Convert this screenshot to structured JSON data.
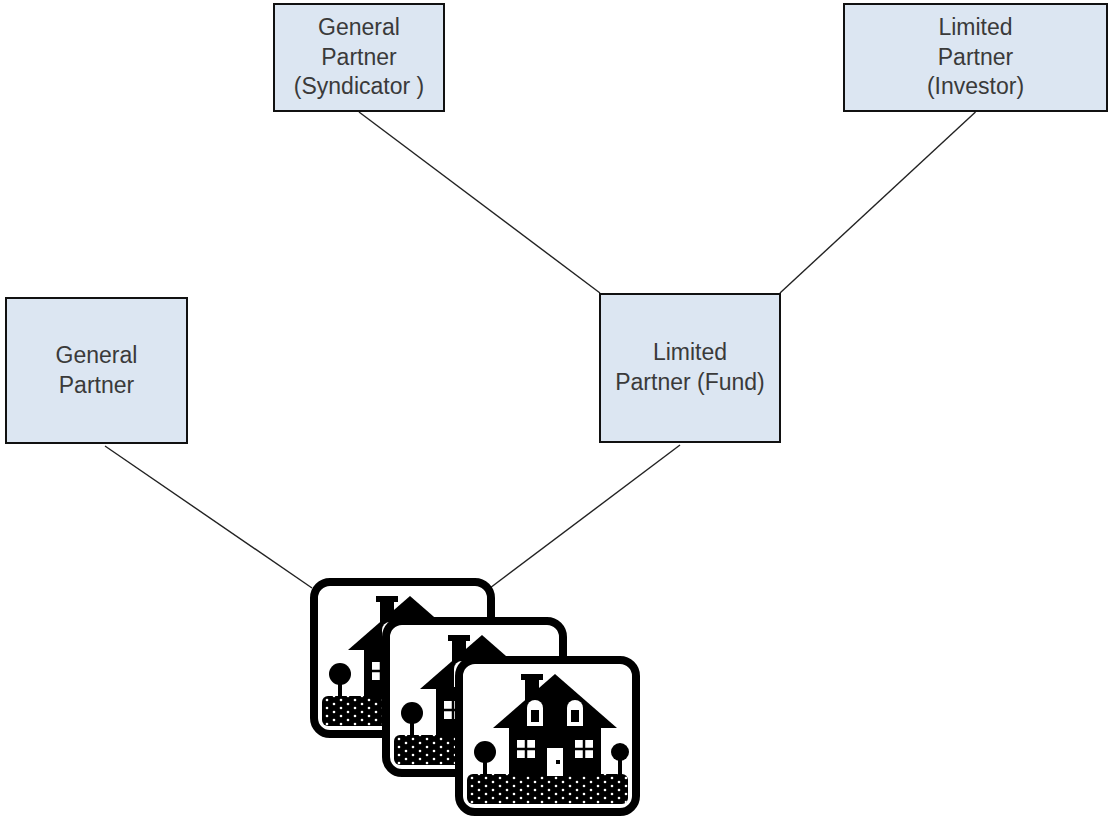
{
  "diagram": {
    "nodes": [
      {
        "text": [
          "General Partner (Syndicator )"
        ]
      },
      {
        "text": [
          "Limited Partner (Investor)"
        ]
      },
      {
        "text": [
          "General Partner"
        ]
      },
      {
        "text": [
          "Limited Partner (Fund)"
        ]
      }
    ],
    "edges": [
      {
        "from": 0,
        "to": 3,
        "arrow": "none"
      },
      {
        "from": 1,
        "to": 3,
        "arrow": "none"
      }
    ]
  }
}
